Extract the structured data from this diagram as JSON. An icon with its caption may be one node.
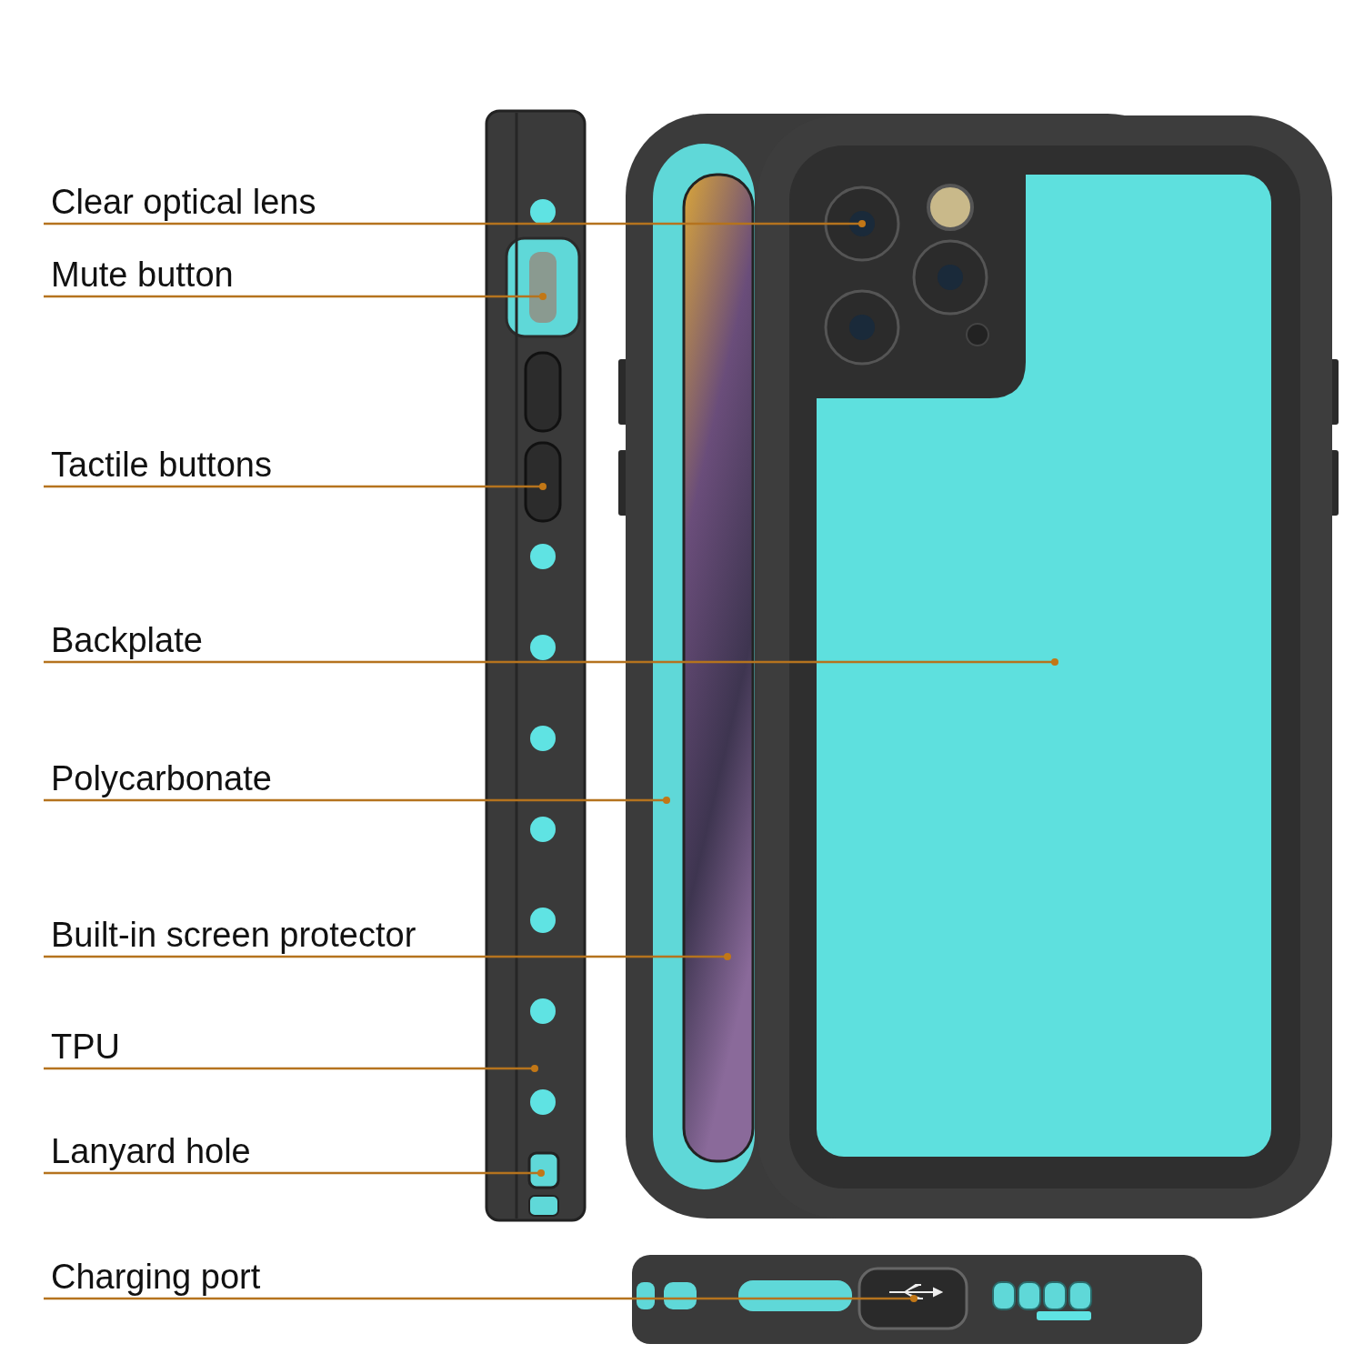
{
  "diagram": {
    "nodes": [
      {
        "text": [
          "Clear optical lens"
        ]
      },
      {
        "text": [
          "Mute button"
        ]
      },
      {
        "text": [
          "Tactile buttons"
        ]
      },
      {
        "text": [
          "Backplate"
        ]
      },
      {
        "text": [
          "Polycarbonate"
        ]
      },
      {
        "text": [
          "Built-in screen protector"
        ]
      },
      {
        "text": [
          "TPU"
        ]
      },
      {
        "text": [
          "Lanyard hole"
        ]
      },
      {
        "text": [
          "Charging port"
        ]
      },
      {
        "text": [],
        "shape": "circle",
        "in": 12
      },
      {
        "text": [],
        "shape": "box",
        "in": 15
      },
      {
        "text": [],
        "shape": "box",
        "in": 15
      },
      {
        "text": [],
        "shape": "box"
      },
      {
        "text": [],
        "shape": "box"
      },
      {
        "text": [],
        "shape": "box",
        "in": 13
      },
      {
        "text": [],
        "shape": "bar"
      },
      {
        "text": [],
        "shape": "box",
        "in": 15
      },
      {
        "text": [],
        "shape": "box"
      }
    ],
    "edges": [
      {
        "from": 0,
        "to": 9,
        "arrow": "other"
      },
      {
        "from": 1,
        "to": 10,
        "arrow": "other"
      },
      {
        "from": 2,
        "to": 11,
        "arrow": "other"
      },
      {
        "from": 3,
        "to": 12,
        "arrow": "other"
      },
      {
        "from": 4,
        "to": 13,
        "arrow": "other"
      },
      {
        "from": 5,
        "to": 14,
        "arrow": "other"
      },
      {
        "from": 6,
        "to": 15,
        "arrow": "other"
      },
      {
        "from": 7,
        "to": 16,
        "arrow": "other"
      },
      {
        "from": 8,
        "to": 17,
        "arrow": "other"
      }
    ]
  }
}
